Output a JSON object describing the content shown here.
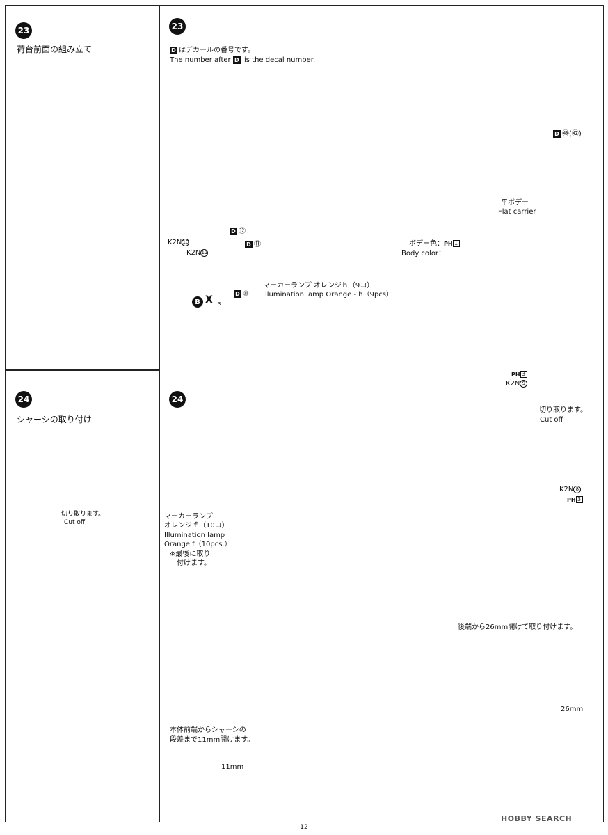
{
  "steps": {
    "s23_left": {
      "number": "23",
      "title": "荷台前面の組み立て"
    },
    "s24_left": {
      "number": "24",
      "title": "シャーシの取り付け"
    },
    "s23_main": {
      "number": "23",
      "decal_note_jp": "はデカールの番号です。",
      "decal_note_en_pre": "The number after ",
      "decal_note_en_post": " is the decal number.",
      "decal_icon": "D",
      "callouts": {
        "decal_43_42": "㊸(㊷)",
        "flat_carrier_jp": "平ボデー",
        "flat_carrier_en": "Flat carrier",
        "body_color_jp": "ボデー色",
        "body_color_en": "Body color",
        "paint_code": "1",
        "paint_prefix": "PH",
        "k2n_10": "K2N",
        "k2n_10_num": "10",
        "k2n_11": "K2N",
        "k2n_11_num": "11",
        "decal_12": "⑫",
        "decal_11": "⑪",
        "decal_10": "⑩",
        "marker_jp": "マーカーランプ オレンジｈ（9コ）",
        "marker_en": "Illumination lamp Orange - h（9pcs）",
        "badge_b": "B",
        "badge_x": "X",
        "badge_tri": "3"
      }
    },
    "s24_main": {
      "number": "24",
      "callouts": {
        "ph3_top_prefix": "PH",
        "ph3_top": "3",
        "k2n9": "K2N",
        "k2n9_num": "9",
        "cutoff_jp": "切り取ります。",
        "cutoff_en": "Cut off",
        "k2n8": "K2N",
        "k2n8_num": "8",
        "ph3_bottom_prefix": "PH",
        "ph3_bottom": "3",
        "marker_jp1": "マーカーランプ",
        "marker_jp2": "オレンジｆ（10コ）",
        "marker_en1": "Illumination lamp",
        "marker_en2": "Orange f（10pcs.）",
        "marker_note1": "※最後に取り",
        "marker_note2": "付けます。",
        "inset_cut_jp": "切り取ります。",
        "inset_cut_en": "Cut off.",
        "rear_note": "後端から26mm開けて取り付けます。",
        "rear_dim": "26mm",
        "front_note1": "本体前端からシャーシの",
        "front_note2": "段差まで11mm開けます。",
        "front_dim": "11mm"
      }
    }
  },
  "footer": {
    "page": "12",
    "watermark": "HOBBY SEARCH"
  },
  "colors": {
    "ink": "#111111",
    "paper": "#ffffff",
    "gray": "#888888"
  }
}
